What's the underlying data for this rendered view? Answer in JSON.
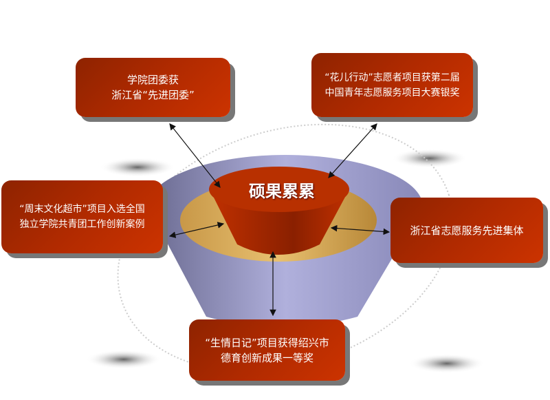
{
  "center_title": "硕果累累",
  "boxes": {
    "top_left": {
      "line1": "学院团委获",
      "line2": "浙江省“先进团委”"
    },
    "top_right": {
      "line1": "“花儿行动”志愿者项目获第二届",
      "line2": "中国青年志愿服务项目大赛银奖"
    },
    "left": {
      "line1": "“周末文化超市”项目入选全国",
      "line2": "独立学院共青团工作创新案例"
    },
    "right": {
      "line1": "浙江省志愿服务先进集体"
    },
    "bottom": {
      "line1": "“生情日记”项目获得绍兴市",
      "line2": "德育创新成果一等奖"
    }
  },
  "colors": {
    "box": "#b02a00",
    "outer_ring": "#9a9ac8",
    "middle_ring": "#e0b060",
    "core": "#b02a00"
  }
}
